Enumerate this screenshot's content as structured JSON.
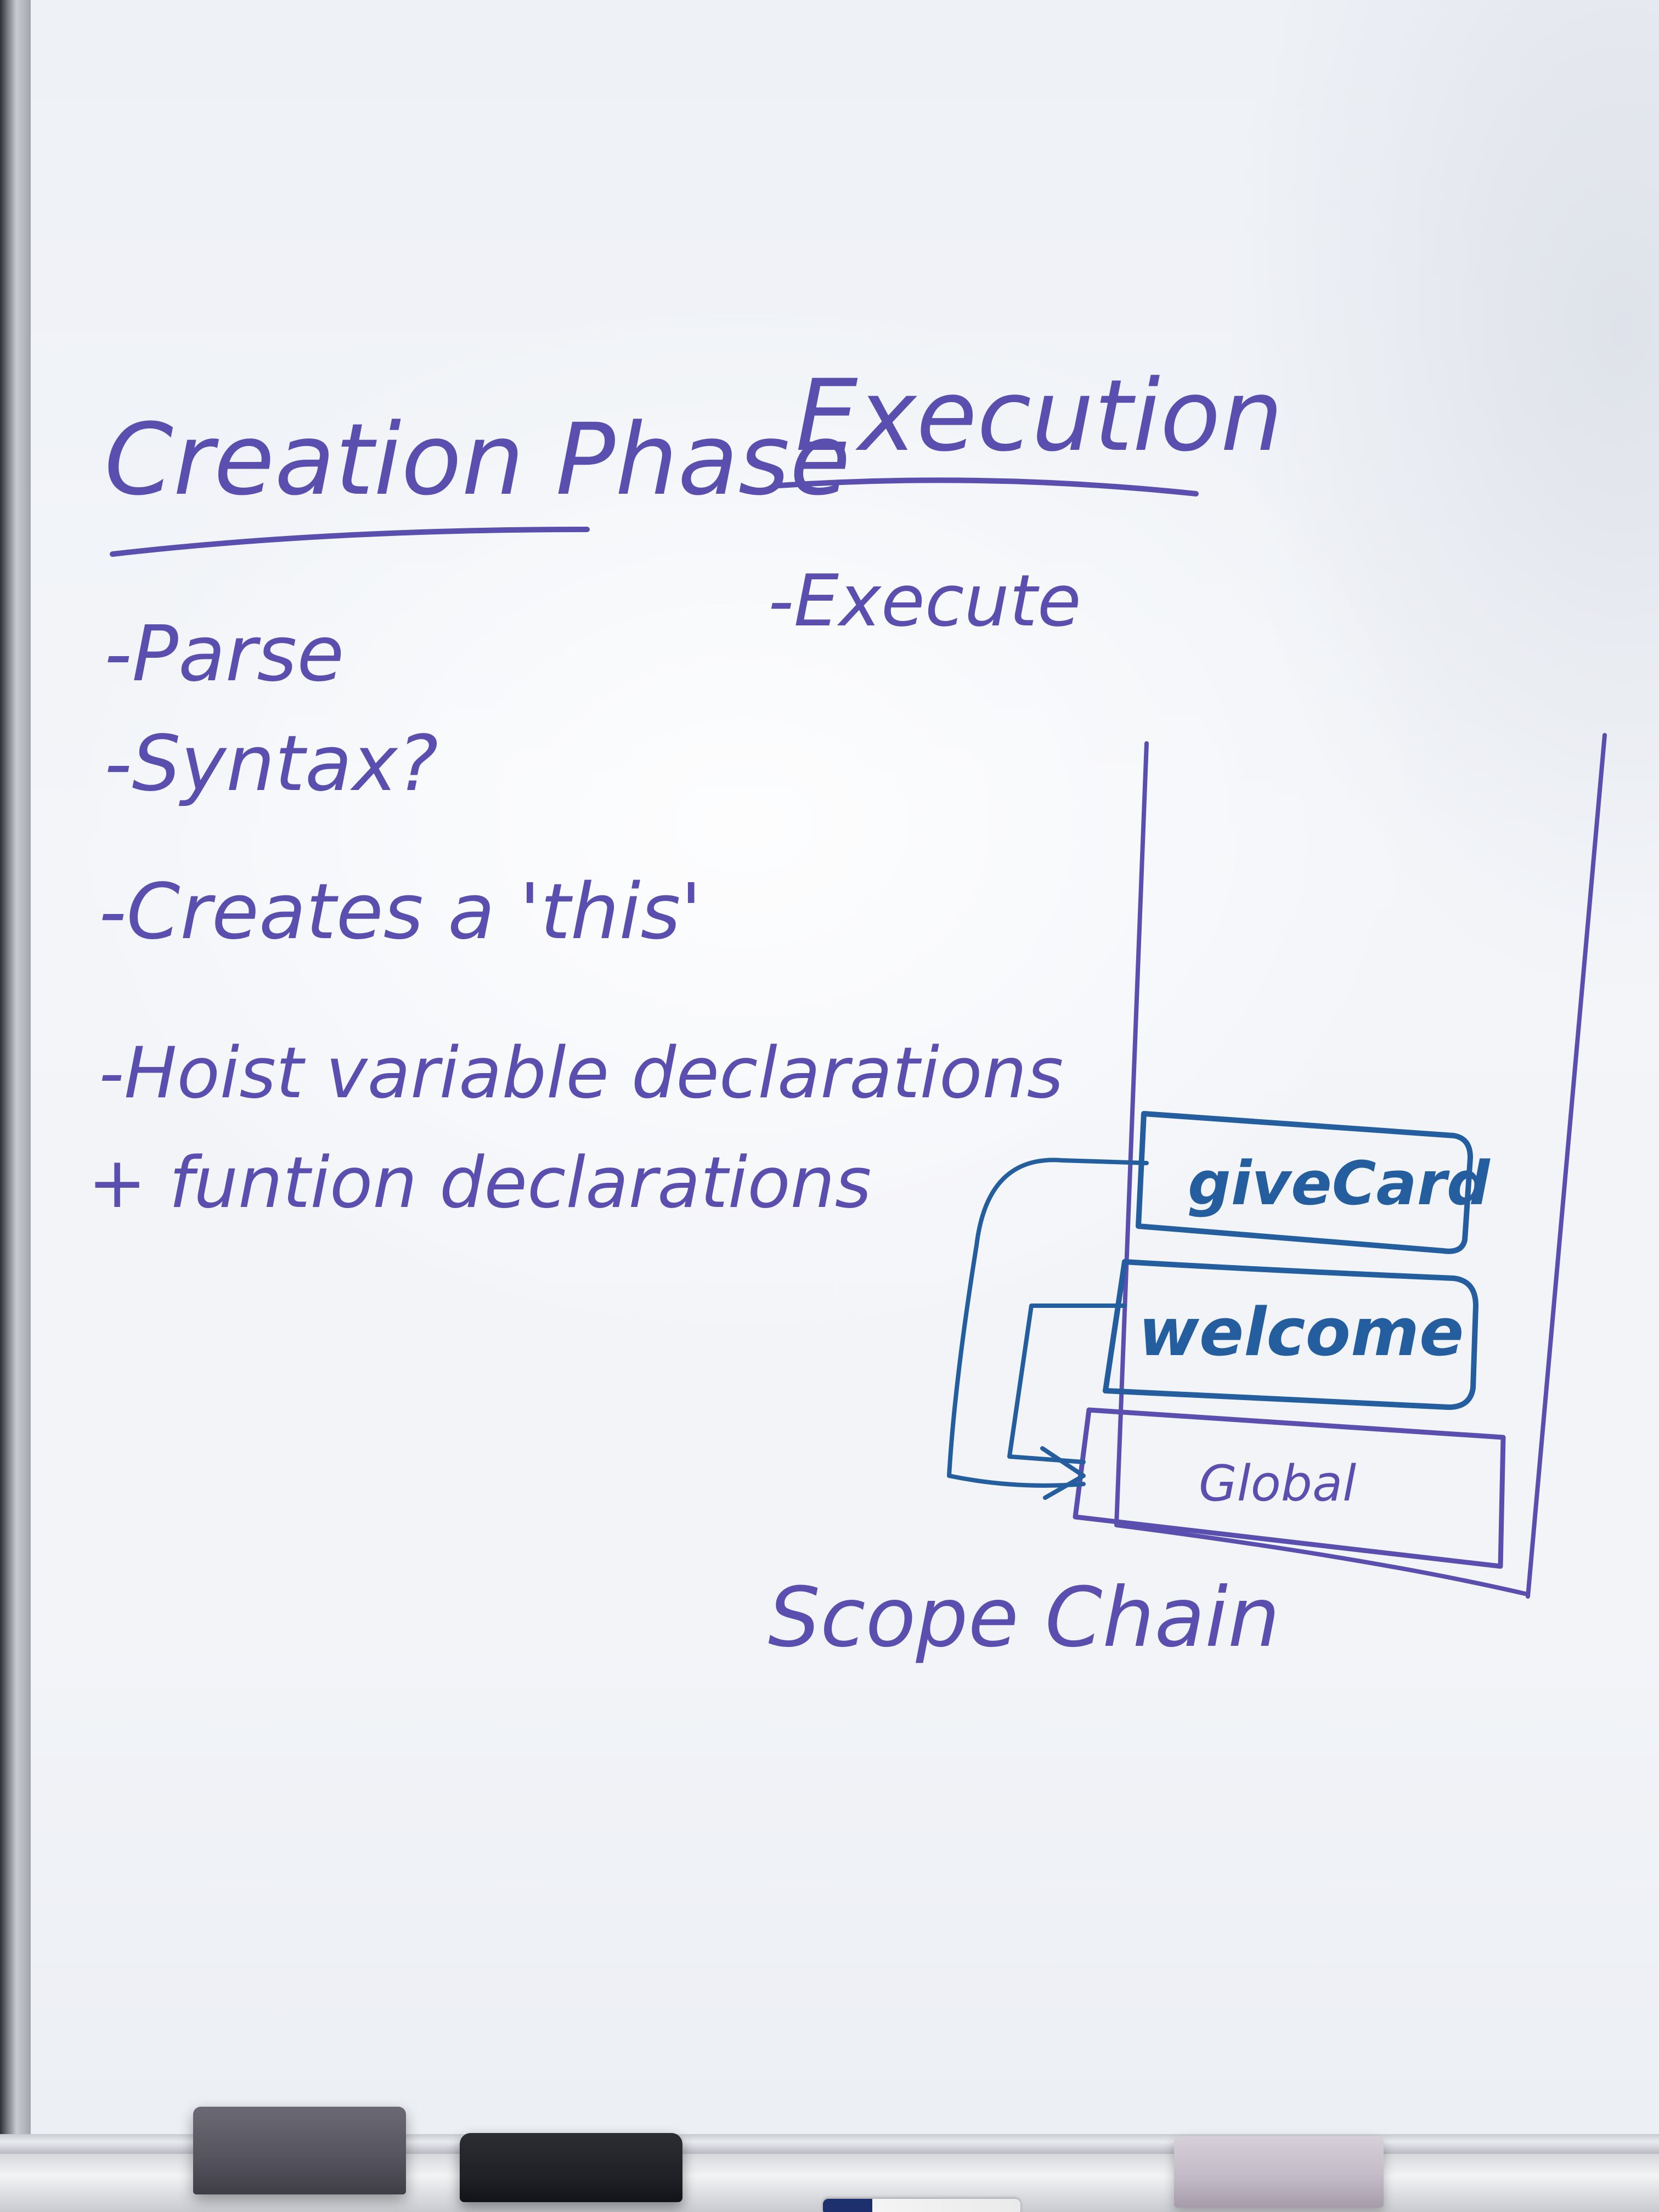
{
  "headings": {
    "creation": "Creation Phase",
    "execution": "Execution"
  },
  "creation_items": [
    "-Parse",
    "-Syntax?",
    "-Creates a 'this'",
    "-Hoist variable declarations",
    "+ funtion declarations"
  ],
  "execution_items": [
    "-Execute"
  ],
  "stack": {
    "frames": [
      "giveCard",
      "welcome",
      "Global"
    ],
    "caption": "Scope Chain"
  },
  "colors": {
    "marker_purple": "#5a4fae",
    "marker_blue": "#245e9e",
    "board": "#f2f4f8"
  }
}
